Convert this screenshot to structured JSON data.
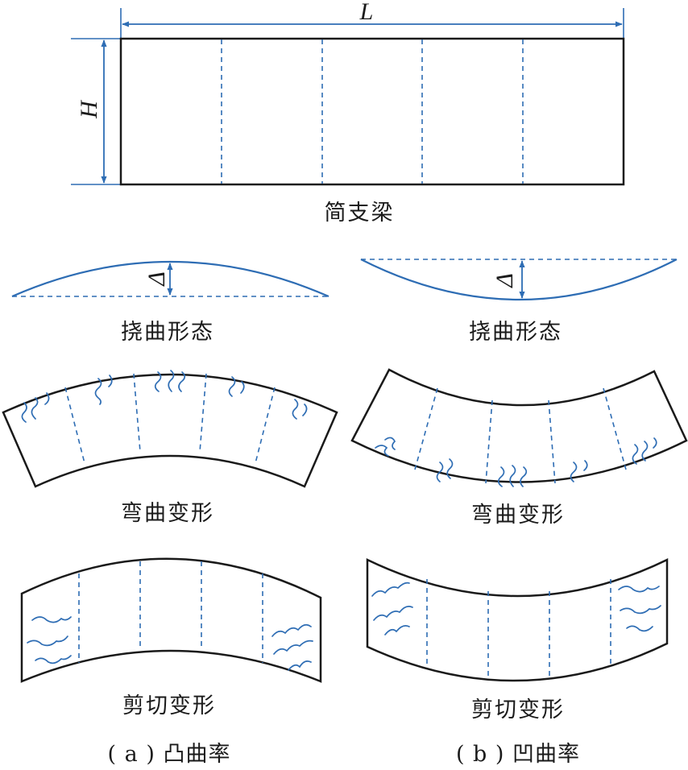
{
  "beam": {
    "length_label": "L",
    "height_label": "H",
    "caption": "简支梁"
  },
  "convex": {
    "deflection_symbol": "Δ",
    "deflection_caption": "挠曲形态",
    "bending_caption": "弯曲变形",
    "shear_caption": "剪切变形",
    "panel_caption": "( a ) 凸曲率"
  },
  "concave": {
    "deflection_symbol": "Δ",
    "deflection_caption": "挠曲形态",
    "bending_caption": "弯曲变形",
    "shear_caption": "剪切变形",
    "panel_caption": "( b ) 凹曲率"
  },
  "colors": {
    "line": "#1a1a1a",
    "accent": "#2e6db4"
  }
}
